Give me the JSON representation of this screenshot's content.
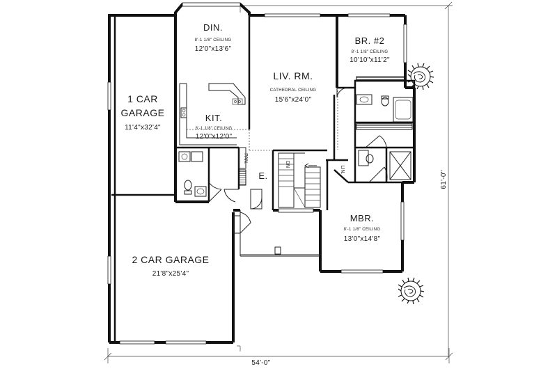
{
  "rooms": {
    "dining": {
      "name": "DIN.",
      "ceiling": "8'-1 1/8\" CEILING",
      "size": "12'0\"x13'6\""
    },
    "living": {
      "name": "LIV. RM.",
      "ceiling": "CATHEDRAL CEILING",
      "size": "15'6\"x24'0\""
    },
    "bedroom2": {
      "name": "BR. #2",
      "ceiling": "8'-1 1/8\" CEILING",
      "size": "10'10\"x11'2\""
    },
    "garage1": {
      "name_line1": "1 CAR",
      "name_line2": "GARAGE",
      "size": "11'4\"x32'4\""
    },
    "kitchen": {
      "name": "KIT.",
      "ceiling": "8'-1 1/8\" CEILING",
      "size": "12'0\"x12'0\""
    },
    "entry": {
      "name": "E."
    },
    "master": {
      "name": "MBR.",
      "ceiling": "8'-1 1/8\" CEILING",
      "size": "13'0\"x14'8\""
    },
    "garage2": {
      "name": "2 CAR GARAGE",
      "size": "21'8\"x25'4\""
    }
  },
  "labels": {
    "pantry": "PAN.",
    "linen": "LIN.",
    "stair_dn": "DN"
  },
  "dimensions": {
    "width": "54'-0\"",
    "depth": "61'-0\""
  }
}
